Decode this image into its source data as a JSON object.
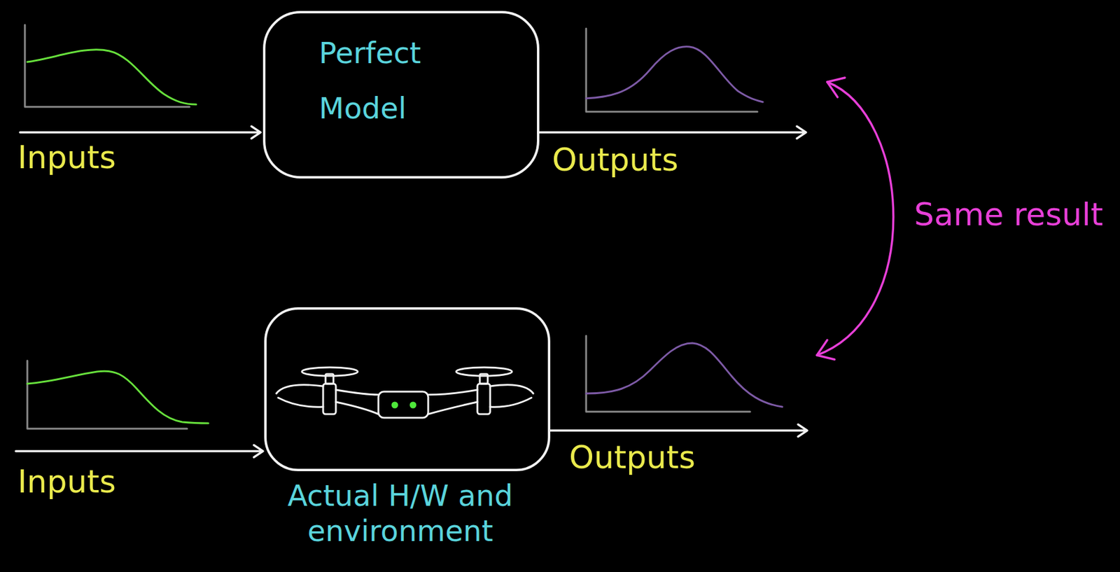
{
  "diagram": {
    "nodes": [
      {
        "text": [
          "Perfect Model"
        ]
      },
      {
        "text": [
          "Actual H/W and environment"
        ]
      }
    ],
    "labels": [
      "Inputs",
      "Outputs",
      "Same result",
      "Inputs",
      "Outputs"
    ]
  }
}
